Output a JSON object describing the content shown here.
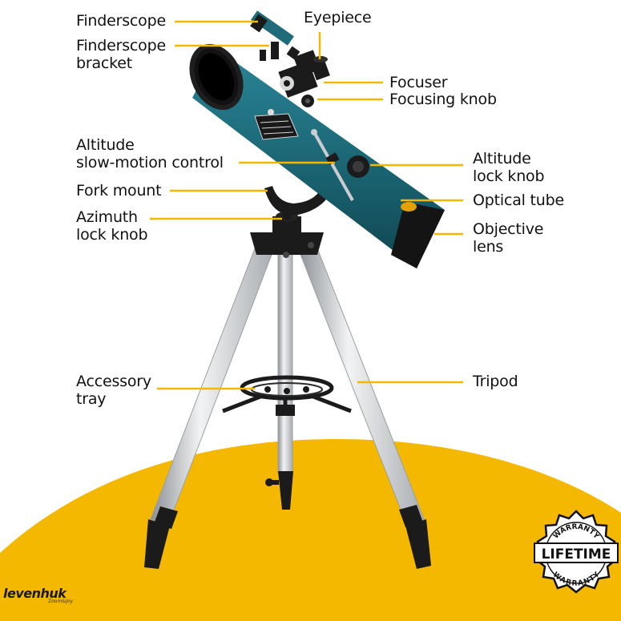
{
  "labels": {
    "finderscope": "Finderscope",
    "finderscope_bracket": [
      "Finderscope",
      "bracket"
    ],
    "eyepiece": "Eyepiece",
    "focuser": "Focuser",
    "focusing_knob": "Focusing knob",
    "altitude_slow_motion": [
      "Altitude",
      "slow-motion control"
    ],
    "fork_mount": "Fork mount",
    "azimuth_lock_knob": [
      "Azimuth",
      "lock knob"
    ],
    "altitude_lock_knob": [
      "Altitude",
      "lock knob"
    ],
    "optical_tube": "Optical tube",
    "objective_lens": [
      "Objective",
      "lens"
    ],
    "accessory_tray": [
      "Accessory",
      "tray"
    ],
    "tripod": "Tripod"
  },
  "brand": {
    "logo": "levenhuk",
    "tagline": "Zoom&Joy"
  },
  "seal": {
    "top": "WARRANTY",
    "middle": "LIFETIME",
    "bottom": "WARRANTY"
  },
  "colors": {
    "accent": "#f4b800",
    "tube": "#1f6b7a",
    "background": "#ffffff"
  }
}
